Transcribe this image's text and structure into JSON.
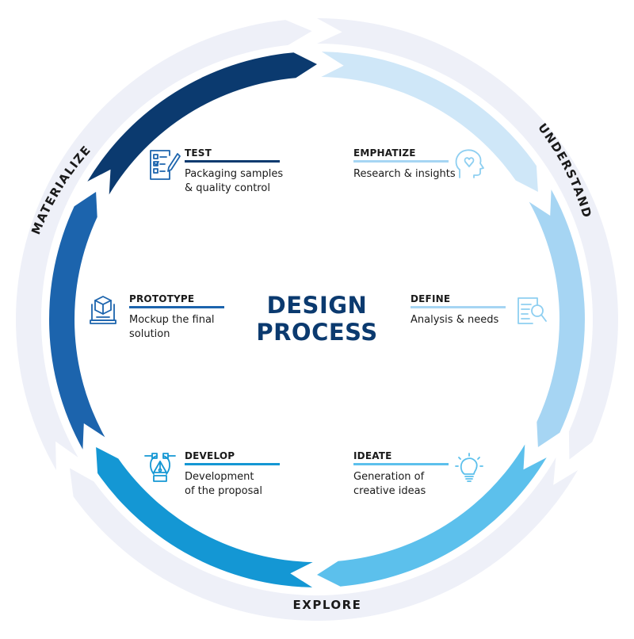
{
  "title": {
    "line1": "DESIGN",
    "line2": "PROCESS",
    "color": "#0b3a6f"
  },
  "phases": [
    {
      "id": "understand",
      "label": "UNDERSTAND"
    },
    {
      "id": "explore",
      "label": "EXPLORE"
    },
    {
      "id": "materialize",
      "label": "MATERIALIZE"
    }
  ],
  "steps": [
    {
      "id": "emphatize",
      "title": "EMPHATIZE",
      "desc": "Research & insights",
      "color": "#cfe7f8",
      "icon": "head-heart-icon"
    },
    {
      "id": "define",
      "title": "DEFINE",
      "desc": "Analysis & needs",
      "color": "#a6d5f3",
      "icon": "document-magnifier-icon"
    },
    {
      "id": "ideate",
      "title": "IDEATE",
      "desc": "Generation of\ncreative ideas",
      "color": "#5cc0ec",
      "icon": "lightbulb-icon"
    },
    {
      "id": "develop",
      "title": "DEVELOP",
      "desc": "Development\nof the proposal",
      "color": "#1497d4",
      "icon": "pen-tool-icon"
    },
    {
      "id": "prototype",
      "title": "PROTOTYPE",
      "desc": "Mockup the final\nsolution",
      "color": "#1c64ad",
      "icon": "3d-cube-icon"
    },
    {
      "id": "test",
      "title": "TEST",
      "desc": "Packaging samples\n& quality control",
      "color": "#0b3a6f",
      "icon": "checklist-icon"
    }
  ],
  "colors": {
    "outer_ring": "#eef0f8",
    "phase_label": "#1a1a1a"
  }
}
